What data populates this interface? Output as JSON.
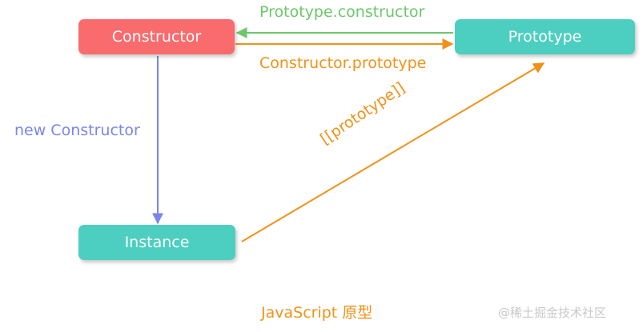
{
  "nodes": {
    "constructor": "Constructor",
    "prototype": "Prototype",
    "instance": "Instance"
  },
  "edges": {
    "prototype_constructor": "Prototype.constructor",
    "constructor_prototype": "Constructor.prototype",
    "new_constructor": "new Constructor",
    "dunder_prototype": "[[prototype]]"
  },
  "caption": "JavaScript 原型",
  "watermark": "@稀土掘金技术社区",
  "colors": {
    "constructor_node": "#f96b6d",
    "teal_node": "#4ccfc0",
    "green": "#6cc86a",
    "orange": "#f0921a",
    "blue": "#7b86e8",
    "watermark": "#c8c8c8"
  }
}
